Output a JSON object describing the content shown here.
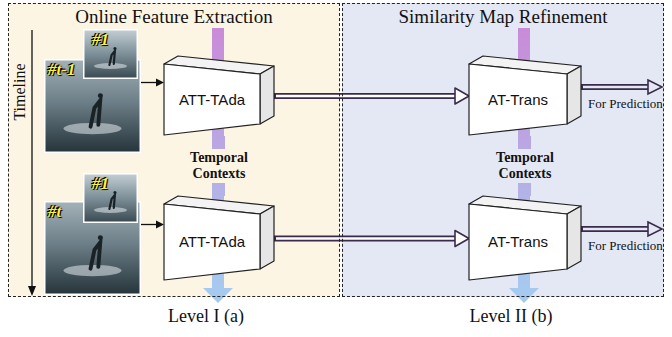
{
  "diagram": {
    "nodes": [
      {
        "text": [
          "Online Feature Extraction",
          "Level I (a)"
        ]
      },
      {
        "text": [
          "Similarity Map Refinement",
          "Level II (b)"
        ]
      },
      {
        "text": [
          "#t-1"
        ],
        "in": 0
      },
      {
        "text": [
          "#1"
        ],
        "in": 2
      },
      {
        "text": [
          "ATT-TAda"
        ],
        "in": 0
      },
      {
        "text": [
          "AT-Trans"
        ],
        "in": 1
      },
      {
        "text": [
          "#t"
        ],
        "in": 0
      },
      {
        "text": [
          "#1"
        ],
        "in": 6
      },
      {
        "text": [
          "ATT-TAda"
        ],
        "in": 0
      },
      {
        "text": [
          "AT-Trans"
        ],
        "in": 1
      }
    ],
    "edges": [
      {
        "from": 2,
        "to": 4,
        "arrow": "to"
      },
      {
        "from": 4,
        "to": 5,
        "arrow": "to"
      },
      {
        "from": 6,
        "to": 8,
        "arrow": "to"
      },
      {
        "from": 8,
        "to": 9,
        "arrow": "to"
      },
      {
        "from": 4,
        "to": 8,
        "label": "Temporal Contexts",
        "arrow": "none"
      },
      {
        "from": 5,
        "to": 9,
        "label": "Temporal Contexts",
        "arrow": "none"
      }
    ],
    "labels": [
      "Timeline",
      "For Prediction",
      "For Prediction"
    ]
  }
}
